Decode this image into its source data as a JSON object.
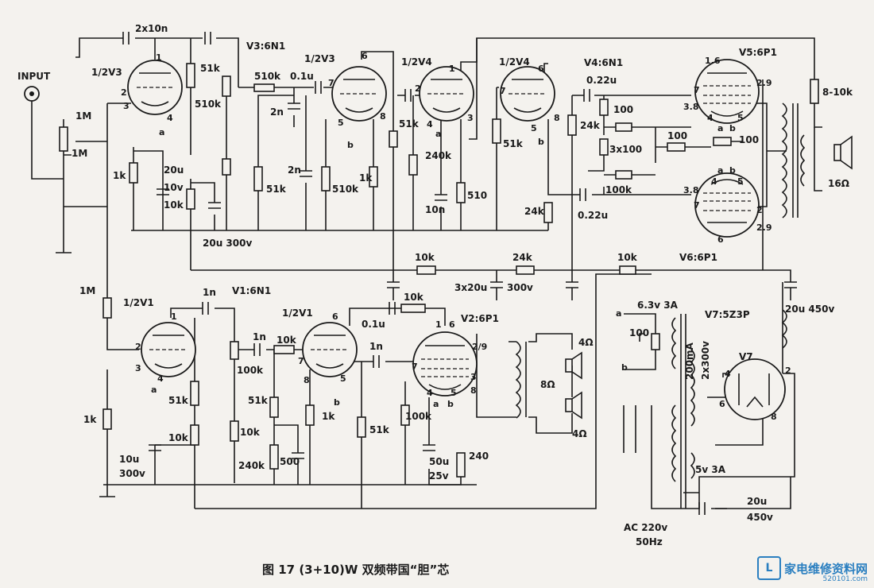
{
  "caption": "图 17  (3+10)W 双频带国“胆”芯",
  "watermark": {
    "logo": "L",
    "text": "家电维修资料网",
    "url": "520101.com"
  },
  "input": {
    "label": "INPUT"
  },
  "tubes": {
    "v3a": "1/2V3",
    "v3": "V3:6N1",
    "v3b": "1/2V3",
    "v4a": "1/2V4",
    "v4b": "1/2V4",
    "v4": "V4:6N1",
    "v5": "V5:6P1",
    "v6": "V6:6P1",
    "v1a": "1/2V1",
    "v1": "V1:6N1",
    "v1b": "1/2V1",
    "v2": "V2:6P1",
    "v7": "V7:5Z3P",
    "v7b": "V7"
  },
  "components": {
    "c_2x10n": "2x10n",
    "r_1m_a": "1M",
    "r_1m_b": "1M",
    "r_1m_c": "1M",
    "r_51k_a": "51k",
    "r_510k_a": "510k",
    "r_1k_a": "1k",
    "c_20u10v": "20u",
    "c_10v": "10v",
    "r_10k_a": "10k",
    "c_20u300v": "20u  300v",
    "r_510k_b": "510k",
    "c_01u": "0.1u",
    "c_2n_a": "2n",
    "r_51k_b": "51k",
    "c_2n_b": "2n",
    "r_510k_c": "510k",
    "r_1k_b": "1k",
    "r_51k_c": "51k",
    "r_240k_a": "240k",
    "c_10n": "10n",
    "r_510": "510",
    "r_51k_d": "51k",
    "r_24k_a": "24k",
    "r_24k_b": "24k",
    "c_022u_a": "0.22u",
    "c_022u_b": "0.22u",
    "r_100_a": "100",
    "r_3x100": "3x100",
    "r_100k_a": "100k",
    "r_100_b": "100",
    "r_100_c": "100",
    "r_8_10k": "8-10k",
    "spk_16": "16Ω",
    "r_10k_b": "10k",
    "r_24k_c": "24k",
    "r_10k_c": "10k",
    "c_3x20u": "3x20u",
    "c_300v": "300v",
    "c_20u450v": "20u 450v",
    "c_1n_a": "1n",
    "r_100k_b": "100k",
    "c_1n_b": "1n",
    "r_10k_d": "10k",
    "r_51k_e": "51k",
    "r_10k_e": "10k",
    "r_240k_b": "240k",
    "r_500": "500",
    "r_1k_c": "1k",
    "c_10u300v": "10u",
    "c_300v_b": "300v",
    "r_51k_f": "51k",
    "r_10k_f": "10k",
    "r_1k_d": "1k",
    "c_01u_b": "0.1u",
    "r_10k_g": "10k",
    "c_1n_c": "1n",
    "r_51k_g": "51k",
    "r_100k_c": "100k",
    "c_50u": "50u",
    "c_25v": "25v",
    "r_240": "240",
    "spk_4_a": "4Ω",
    "spk_8": "8Ω",
    "spk_4_b": "4Ω",
    "tr_63v": "6.3v  3A",
    "r_100_d": "100",
    "tr_200ma": "200mA",
    "tr_2x300": "2x300v",
    "tr_5v": "5v  3A",
    "c_20u450v_b": "20u",
    "c_450v_b": "450v",
    "ac_in": "AC 220v",
    "ac_hz": "50Hz"
  },
  "pins": {
    "p1": "1",
    "p2": "2",
    "p3": "3",
    "p4": "4",
    "p5": "5",
    "p6": "6",
    "p7": "7",
    "p8": "8",
    "a": "a",
    "b": "b",
    "p16": "1.6",
    "p29": "2.9",
    "p38": "3.8",
    "p29b": "2/9"
  }
}
